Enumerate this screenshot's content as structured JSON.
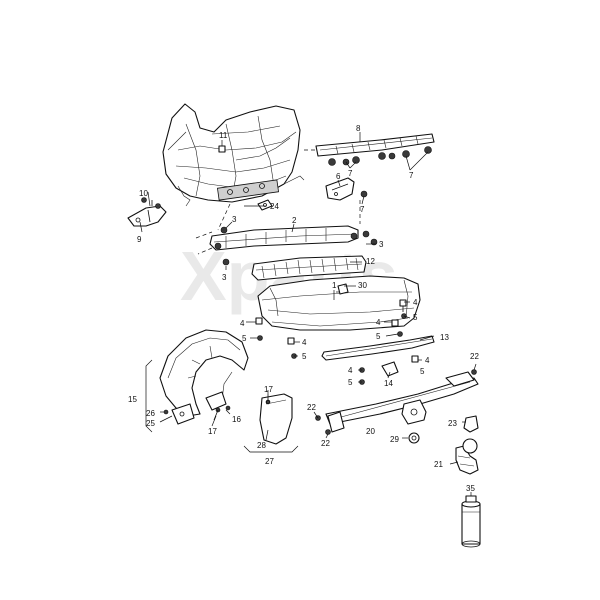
{
  "watermark": "Xparts",
  "callouts": {
    "c1": "1",
    "c2": "2",
    "c3a": "3",
    "c3b": "3",
    "c3c": "3",
    "c4a": "4",
    "c4b": "4",
    "c4c": "4",
    "c4d": "4",
    "c4e": "4",
    "c5a": "5",
    "c5b": "5",
    "c5c": "5",
    "c5d": "5",
    "c5e": "5",
    "c6": "6",
    "c7a": "7",
    "c7b": "7",
    "c8": "8",
    "c9": "9",
    "c10": "10",
    "c11": "11",
    "c12": "12",
    "c13": "13",
    "c14": "14",
    "c15": "15",
    "c16": "16",
    "c17a": "17",
    "c17b": "17",
    "c20": "20",
    "c21": "21",
    "c22a": "22",
    "c22b": "22",
    "c22c": "22",
    "c23": "23",
    "c24": "24",
    "c25": "25",
    "c26": "26",
    "c27": "27",
    "c28": "28",
    "c29": "29",
    "c30": "30",
    "c35": "35"
  }
}
